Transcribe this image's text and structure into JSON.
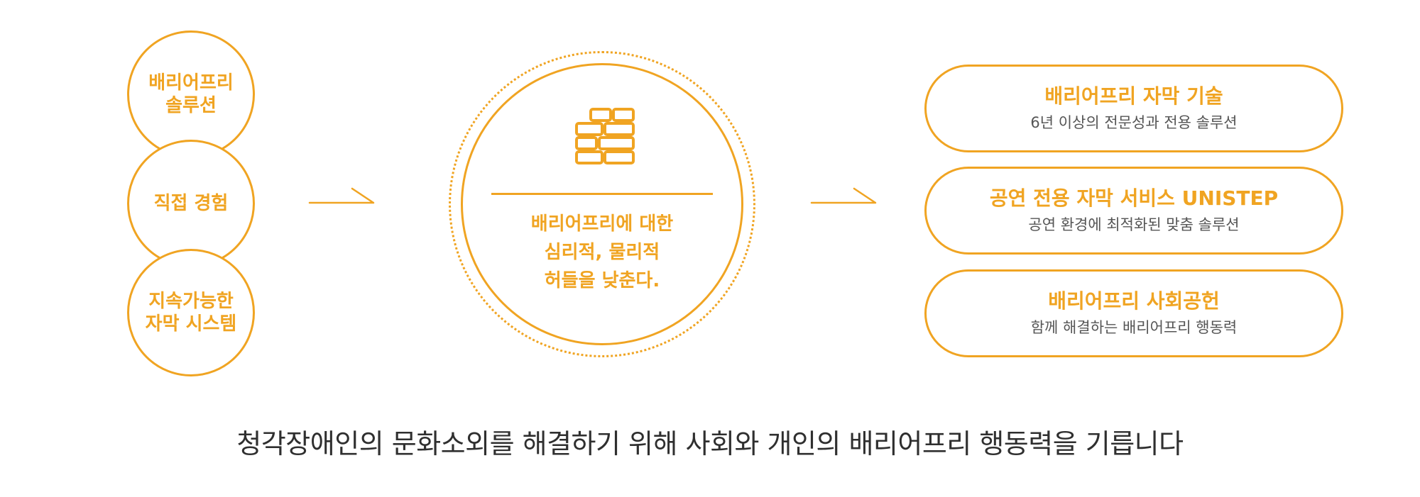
{
  "colors": {
    "accent": "#f0a422",
    "caption_text": "#2f2f2f",
    "sub_text": "#555555",
    "background": "#ffffff"
  },
  "left_circles": [
    {
      "label": "배리어프리\n솔루션"
    },
    {
      "label": "직접 경험"
    },
    {
      "label": "지속가능한\n자막 시스템"
    }
  ],
  "center": {
    "icon": "brick-wall-icon",
    "text": "배리어프리에 대한\n심리적, 물리적\n허들을 낮춘다."
  },
  "right_pills": [
    {
      "title": "배리어프리 자막 기술",
      "subtitle": "6년 이상의 전문성과 전용 솔루션"
    },
    {
      "title": "공연 전용 자막 서비스 UNISTEP",
      "subtitle": "공연 환경에 최적화된 맞춤 솔루션"
    },
    {
      "title": "배리어프리 사회공헌",
      "subtitle": "함께 해결하는 배리어프리 행동력"
    }
  ],
  "caption": "청각장애인의 문화소외를 해결하기 위해 사회와 개인의 배리어프리 행동력을 기릅니다",
  "icons": {
    "arrow": "arrow-right-icon"
  }
}
